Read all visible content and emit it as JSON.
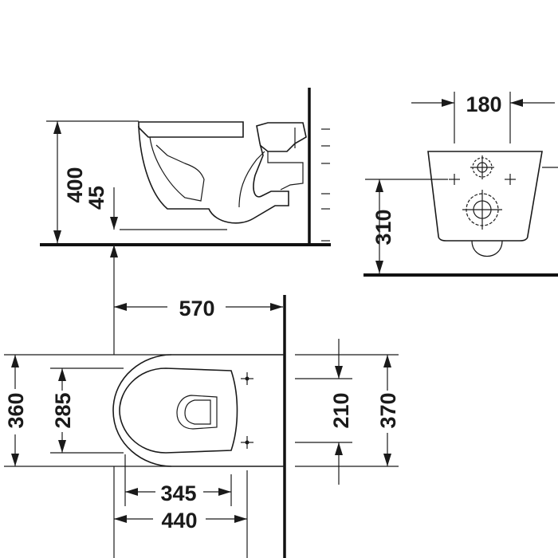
{
  "drawing": {
    "side_view": {
      "height_400": "400",
      "height_45": "45"
    },
    "front_view": {
      "width_180": "180",
      "height_310": "310"
    },
    "top_view": {
      "length_570": "570",
      "width_360": "360",
      "width_285": "285",
      "length_345": "345",
      "length_440": "440",
      "spacing_210": "210",
      "spacing_370": "370"
    }
  }
}
